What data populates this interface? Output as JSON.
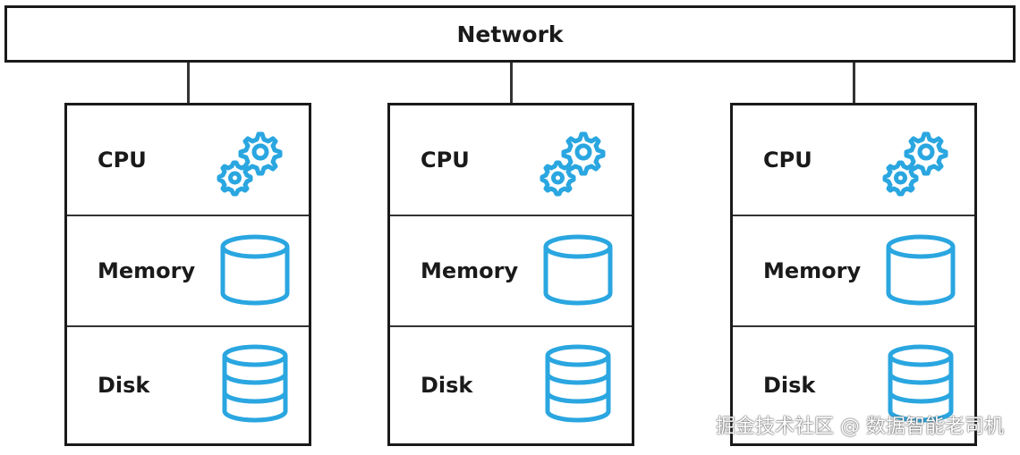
{
  "network": {
    "label": "Network"
  },
  "nodes": [
    {
      "cpu_label": "CPU",
      "memory_label": "Memory",
      "disk_label": "Disk"
    },
    {
      "cpu_label": "CPU",
      "memory_label": "Memory",
      "disk_label": "Disk"
    },
    {
      "cpu_label": "CPU",
      "memory_label": "Memory",
      "disk_label": "Disk"
    }
  ],
  "icons": {
    "cpu": "gears-icon",
    "memory": "cylinder-icon",
    "disk": "database-stack-icon"
  },
  "colors": {
    "accent": "#2aa6e0",
    "border": "#1a1a1a"
  },
  "watermark": "掘金技术社区 @ 数据智能老司机"
}
